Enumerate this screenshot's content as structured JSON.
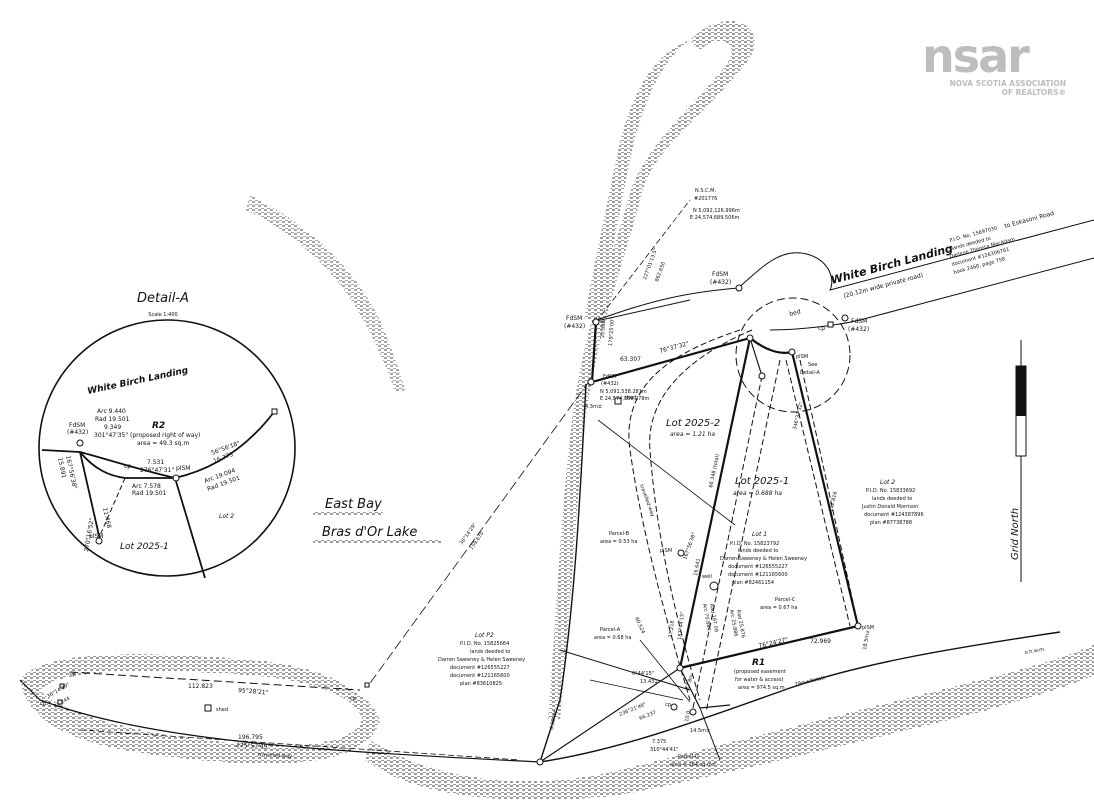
{
  "logo": {
    "wordmark": "nsar",
    "line1": "NOVA SCOTIA ASSOCIATION",
    "line2": "OF REALTORS®"
  },
  "detail": {
    "title": "Detail-A",
    "scale": "Scale 1:400",
    "road_name": "White Birch Landing",
    "r2_label": "R2",
    "r2_desc1": "(proposed right of way)",
    "r2_desc2": "area = 49.3 sq.m",
    "fdsm": "FdSM",
    "fdsm_num": "(#432)",
    "arc1": "Arc 9.440",
    "rad1": "Rad 19.501",
    "chord1": "9.349",
    "bearing1": "301°47'35\"",
    "cp": "cp",
    "d7531": "7.531",
    "b276": "276°47'31\"",
    "arc2": "Arc 7.578",
    "rad2": "Rad 19.501",
    "plsm": "plSM",
    "b56": "56°56'18\"",
    "d16773": "16.773",
    "arc3": "Arc 19.094",
    "rad3": "Rad 19.501",
    "lot2": "Lot 2",
    "lot2025": "Lot 2025-1",
    "d11468": "11.468",
    "b167": "167°56'38\"",
    "d15891": "15.891",
    "b270": "270°16'52\"",
    "plsm2": "plSM"
  },
  "water": {
    "east_bay": "East Bay",
    "bras_dor": "Bras d'Or Lake"
  },
  "main": {
    "nscm": "N.S.C.M.",
    "nscm_num": "#201776",
    "nscm_n": "N 5,092,126.996m",
    "nscm_e": "E 24,574,689.506m",
    "tie_bearing": "227°01'13.5\"",
    "tie_dist": "862.650",
    "fdsm_top": "FdSM",
    "fdsm_top_num": "(#432)",
    "fdsm_left": "FdSM",
    "fdsm_left_num": "(#432)",
    "fdsm_right": "FdSM",
    "fdsm_right_num": "(#432)",
    "d20388": "20.388",
    "b179": "179°25'00\"",
    "road_name": "White Birch Landing",
    "road_desc": "(20.12m wide private road)",
    "to_eskasoni": "to Eskasoni Road",
    "pid_top1": "P.I.D. No. 15697030",
    "pid_top2": "lands deeded to",
    "pid_top3": "Darlene Theresa MacAdam",
    "pid_top4": "document #126306761",
    "pid_top5": "book 2468, page 758",
    "bed": "bed",
    "cp_top": "cp",
    "plsm_see": "plSM",
    "see_detail": "See",
    "see_detail2": "Detail-A",
    "d63307": "63.307",
    "b76_37": "76°37'32\"",
    "fdsm_mid": "FdSM",
    "fdsm_mid_num": "(#432)",
    "fdsm_mid_n": "N 5,091,538.281m",
    "fdsm_mid_e": "E 24,574,389.278m",
    "d43": "4.3m±",
    "shed": "shed",
    "lot2025_2": "Lot 2025-2",
    "lot2025_2_area": "area = 1.21 ha",
    "lot2025_1": "Lot 2025-1",
    "lot2025_1_area": "area = 0.688 ha",
    "d66348": "66.348 (total)",
    "b346": "346°37'32\"",
    "d112816": "112.816",
    "lot2": "Lot 2",
    "lot2_pid": "P.I.D. No. 15833692",
    "lot2_deed": "lands deeded to",
    "lot2_owner": "Justin Donald Morrison",
    "lot2_doc": "document #124387896",
    "lot2_plan": "plan #87738788",
    "lot1": "Lot 1",
    "lot1_pid": "P.I.D. No. 15823792",
    "lot1_deed": "lands deeded to",
    "lot1_owner": "Darren Sweeney & Helen Sweeney",
    "lot1_doc1": "document #126555227",
    "lot1_doc2": "document #121165600",
    "lot1_plan": "plan #82461154",
    "d3615": "36°14'29\"",
    "d159670": "159.670",
    "parcel_b": "Parcel-B",
    "parcel_b_area": "area = 0.53 ha",
    "travelled_way": "travelled-way",
    "lot2025_tick": "167°56'38\"",
    "d16641": "16.641",
    "well": "well",
    "parcel_c": "Parcel-C",
    "parcel_c_area": "area = 0.67 ha",
    "d60524": "60.524",
    "parcel_a": "Parcel-A",
    "parcel_a_area": "area = 0.68 ha",
    "d37218": "37.218",
    "b187": "187°44'15\"",
    "arc_a": "Arc 70.884",
    "rad_a": "Rad 187.09",
    "arc_b": "Arc 25.886",
    "rad_b": "Rad 25.876",
    "plsm_mid": "plSM",
    "b76_24": "76°24'27\"",
    "d72969": "72.969",
    "plsm_right": "plSM",
    "d18": "18.5m±",
    "ohwm": "o.h.w.m.",
    "lot_p2": "Lot P2",
    "lot_p2_pid": "P.I.D. No. 15825664",
    "lot_p2_deed": "lands deeded to",
    "lot_p2_owner": "Darren Sweeney & Helen Sweeney",
    "lot_p2_doc1": "document #126555227",
    "lot_p2_doc2": "document #121165600",
    "lot_p2_plan": "plan #83610825",
    "b0744": "0°44'15\"",
    "d13431": "13.431",
    "r1": "R1",
    "r1_desc1": "(proposed easement",
    "r1_desc2": "for water & access)",
    "r1_area": "area = 974.5 sq.m",
    "d79": "79m±(total)",
    "b236": "236°21'46\"",
    "d66237": "66.237",
    "d27": "27.8m",
    "cp_mid": "cp",
    "d10": "10.0",
    "d14": "14.5m±",
    "d7375": "7.375",
    "b310": "310°44'41\"",
    "parcel_d": "Parcel-D",
    "parcel_d_area": "area = 164 sq.m±",
    "d638": "6.38m±",
    "d112823": "112.823",
    "b95": "95°28'21\"",
    "d196795": "196.795",
    "b275": "275°57'45\"",
    "travelled_way2": "travelled-way",
    "shed2": "shed",
    "d3614": "36°14'29\"",
    "d21244": "21.244",
    "cp_left": "cp",
    "cp_left2": "cp",
    "cp_low": "cp",
    "grid_north": "Grid    North"
  }
}
